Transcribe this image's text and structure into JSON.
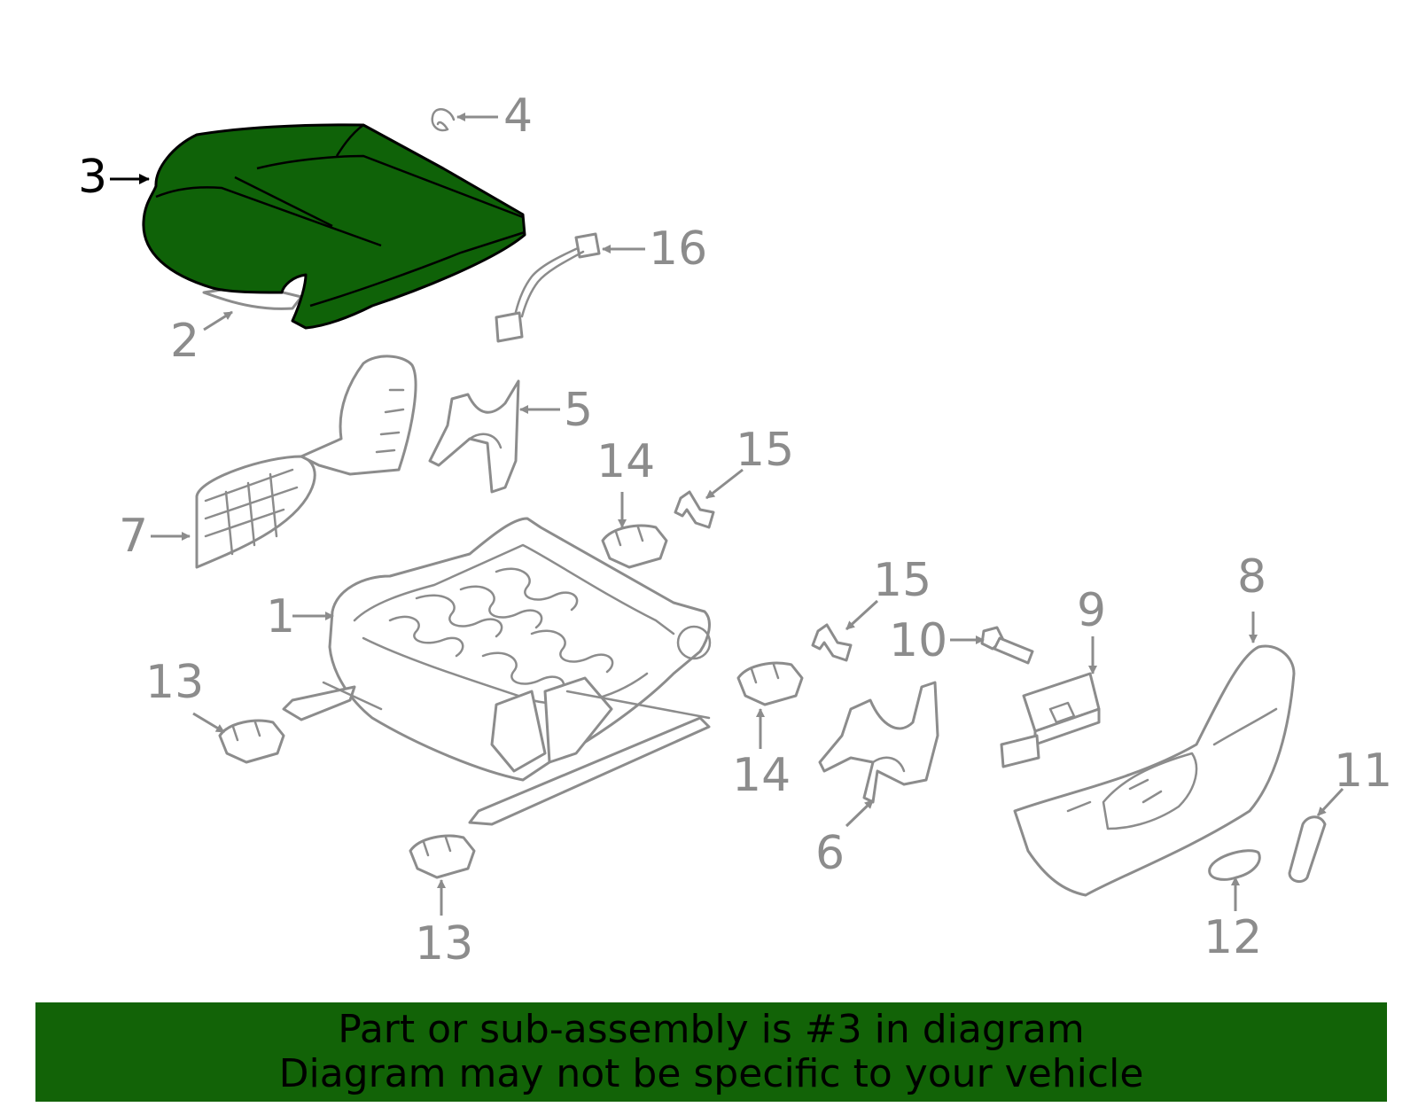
{
  "diagram": {
    "highlight_color": "#0f6208",
    "label_color": "#8c8c8c",
    "highlighted_part": "3",
    "callouts": [
      "1",
      "2",
      "3",
      "4",
      "5",
      "6",
      "7",
      "8",
      "9",
      "10",
      "11",
      "12",
      "13",
      "13",
      "14",
      "14",
      "15",
      "15",
      "16"
    ],
    "parts": [
      {
        "number": "1",
        "name": "seat-frame"
      },
      {
        "number": "2",
        "name": "seat-cushion-pad"
      },
      {
        "number": "3",
        "name": "seat-cushion-cover"
      },
      {
        "number": "4",
        "name": "hog-ring"
      },
      {
        "number": "5",
        "name": "bracket"
      },
      {
        "number": "6",
        "name": "bracket"
      },
      {
        "number": "7",
        "name": "side-panel"
      },
      {
        "number": "8",
        "name": "side-shield"
      },
      {
        "number": "9",
        "name": "switch"
      },
      {
        "number": "10",
        "name": "bolt"
      },
      {
        "number": "11",
        "name": "knob"
      },
      {
        "number": "12",
        "name": "knob"
      },
      {
        "number": "13",
        "name": "track-cover"
      },
      {
        "number": "14",
        "name": "track-cover"
      },
      {
        "number": "15",
        "name": "clip"
      },
      {
        "number": "16",
        "name": "wire-harness"
      }
    ]
  },
  "banner": {
    "background": "#126307",
    "line1": "Part or sub-assembly is #3 in diagram",
    "line2": "Diagram may not be specific to your vehicle"
  }
}
